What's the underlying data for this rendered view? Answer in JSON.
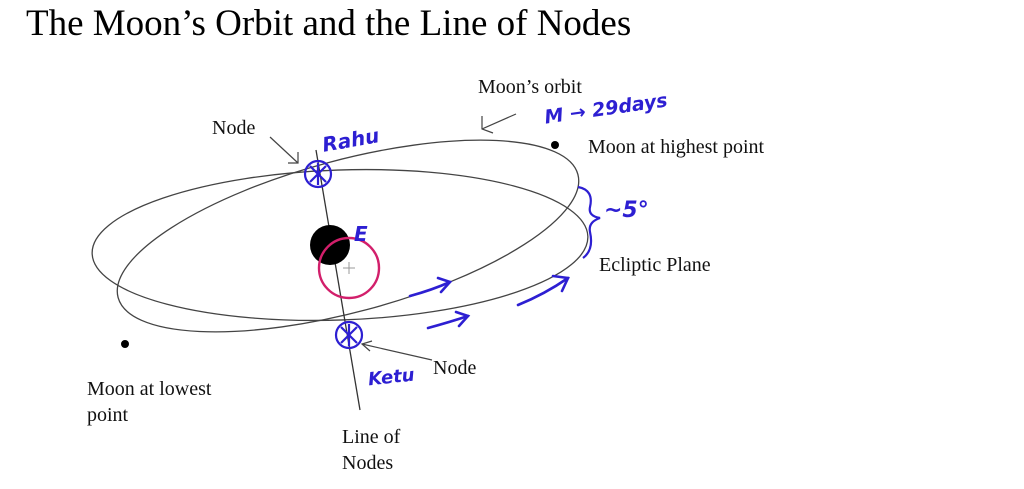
{
  "title": "The Moon’s Orbit and the Line of Nodes",
  "labels": {
    "moons_orbit": "Moon’s orbit",
    "node_top": "Node",
    "node_bottom": "Node",
    "moon_highest": "Moon at highest point",
    "moon_lowest": "Moon at lowest point",
    "ecliptic_plane": "Ecliptic Plane",
    "line_of_nodes": "Line of Nodes"
  },
  "annotations": {
    "rahu": "Rahu",
    "ketu": "Ketu",
    "earth": "E",
    "moon_period": "M → 29days",
    "inclination": "~5°"
  },
  "colors": {
    "annotation_ink": "#2d1fd2",
    "earth_circle": "#d21f6b",
    "line": "#333333"
  }
}
